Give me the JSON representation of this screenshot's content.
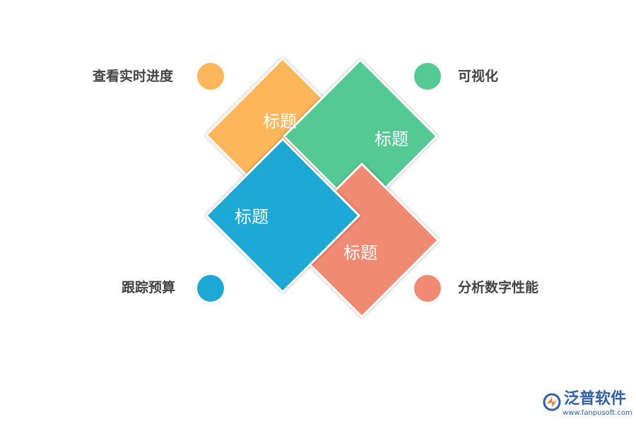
{
  "diagram": {
    "items": [
      {
        "title": "标题",
        "label": "查看实时进度",
        "color": "#FDB75A"
      },
      {
        "title": "标题",
        "label": "可视化",
        "color": "#54C994"
      },
      {
        "title": "标题",
        "label": "跟踪预算",
        "color": "#1EA8D6"
      },
      {
        "title": "标题",
        "label": "分析数字性能",
        "color": "#F08A72"
      }
    ]
  },
  "brand": {
    "name": "泛普软件",
    "url": "www.fanpusoft.com"
  }
}
